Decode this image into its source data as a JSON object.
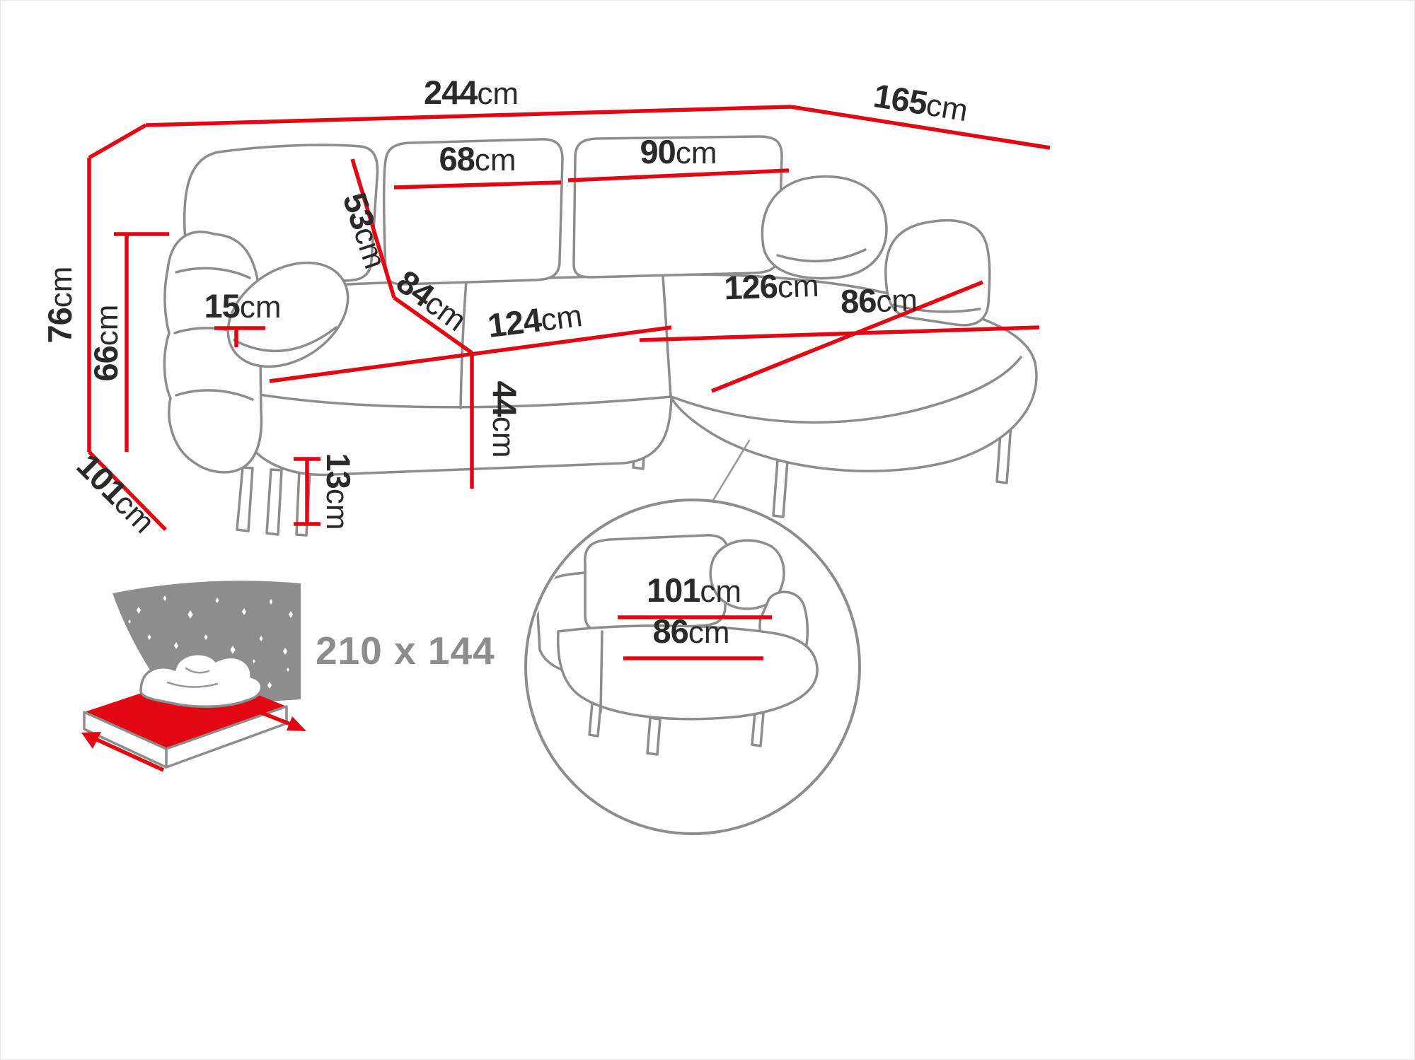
{
  "colors": {
    "dimension_red": "#e30613",
    "outline_gray": "#8d8d8d",
    "label_dark": "#2b2a29"
  },
  "dimensions": {
    "total_width": {
      "value": "244",
      "unit": "cm"
    },
    "total_depth": {
      "value": "165",
      "unit": "cm"
    },
    "total_height": {
      "value": "76",
      "unit": "cm"
    },
    "armrest_height": {
      "value": "66",
      "unit": "cm"
    },
    "side_depth": {
      "value": "101",
      "unit": "cm"
    },
    "back_cushion_mid_width": {
      "value": "68",
      "unit": "cm"
    },
    "back_cushion_right_width": {
      "value": "90",
      "unit": "cm"
    },
    "back_cushion_height": {
      "value": "53",
      "unit": "cm"
    },
    "seat_depth": {
      "value": "84",
      "unit": "cm"
    },
    "seat_width": {
      "value": "124",
      "unit": "cm"
    },
    "seat_height": {
      "value": "44",
      "unit": "cm"
    },
    "leg_height": {
      "value": "13",
      "unit": "cm"
    },
    "pillow_size": {
      "value": "15",
      "unit": "cm"
    },
    "chaise_length": {
      "value": "126",
      "unit": "cm"
    },
    "chaise_width": {
      "value": "86",
      "unit": "cm"
    }
  },
  "sleeping_area": {
    "size_label": "210 x 144"
  },
  "detail_view": {
    "back_width": {
      "value": "101",
      "unit": "cm"
    },
    "seat_width": {
      "value": "86",
      "unit": "cm"
    }
  }
}
